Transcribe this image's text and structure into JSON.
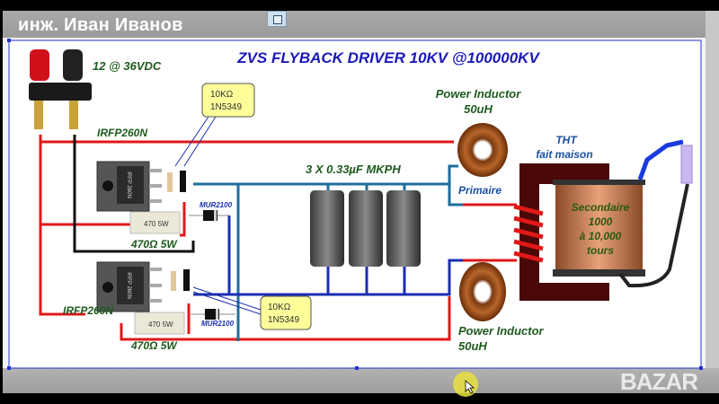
{
  "window": {
    "title": "инж. Иван Иванов",
    "icon": "window-menu-icon",
    "watermark": "BAZAR"
  },
  "diagram": {
    "title": "ZVS FLYBACK DRIVER 10KV @100000KV",
    "supply_label": "12 @ 36VDC",
    "mosfet_top_label": "IRFP260N",
    "mosfet_bottom_label": "IRFP260N",
    "mosfet_marking": "IRFP 260N",
    "note_top": [
      "10KΩ",
      "1N5349"
    ],
    "note_bottom": [
      "10KΩ",
      "1N5349"
    ],
    "resistor_marking": "470  5W",
    "resistor_top_label": "470Ω 5W",
    "resistor_bottom_label": "470Ω 5W",
    "diode_top_label": "MUR2100",
    "diode_bottom_label": "MUR2100",
    "capacitor_label": "3 X 0.33µF  MKPH",
    "inductor_top_label": [
      "Power Inductor",
      "50uH"
    ],
    "inductor_bottom_label": [
      "Power Inductor",
      "50uH"
    ],
    "primary_label": "Primaire",
    "tht_label": [
      "THT",
      "fait maison"
    ],
    "secondary_label": [
      "Secondaire",
      "1000",
      "à 10,000",
      "tours"
    ]
  },
  "colors": {
    "title_blue": "#1a1ab8",
    "label_green": "#1e5a1e",
    "wire_red": "#e01818",
    "wire_blue": "#1a2fb0",
    "wire_teal": "#1f6e9c",
    "note_yellow": "#fdfd9a",
    "core_brown": "#4a0808",
    "copper": "#c8784a"
  }
}
